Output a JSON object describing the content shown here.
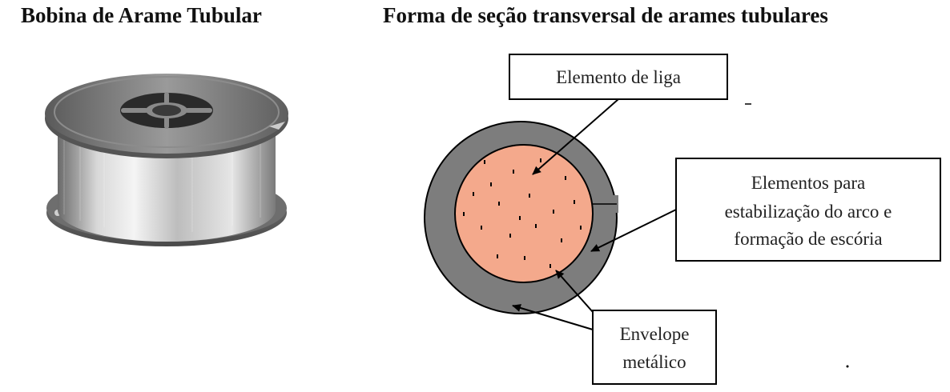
{
  "titles": {
    "left": "Bobina de Arame Tubular",
    "right": "Forma de seção transversal de arames tubulares"
  },
  "spool_image": "wire-spool",
  "diagram": {
    "labels": {
      "alloy": [
        "Elemento de liga"
      ],
      "stabilizers": [
        "Elementos para",
        "estabilização do arco e",
        "formação de escória"
      ],
      "sheath": [
        "Envelope",
        "metálico"
      ]
    },
    "colors": {
      "core": "#f4a98c",
      "flux_ring": "#7d7d7d",
      "outline": "#000000"
    }
  }
}
